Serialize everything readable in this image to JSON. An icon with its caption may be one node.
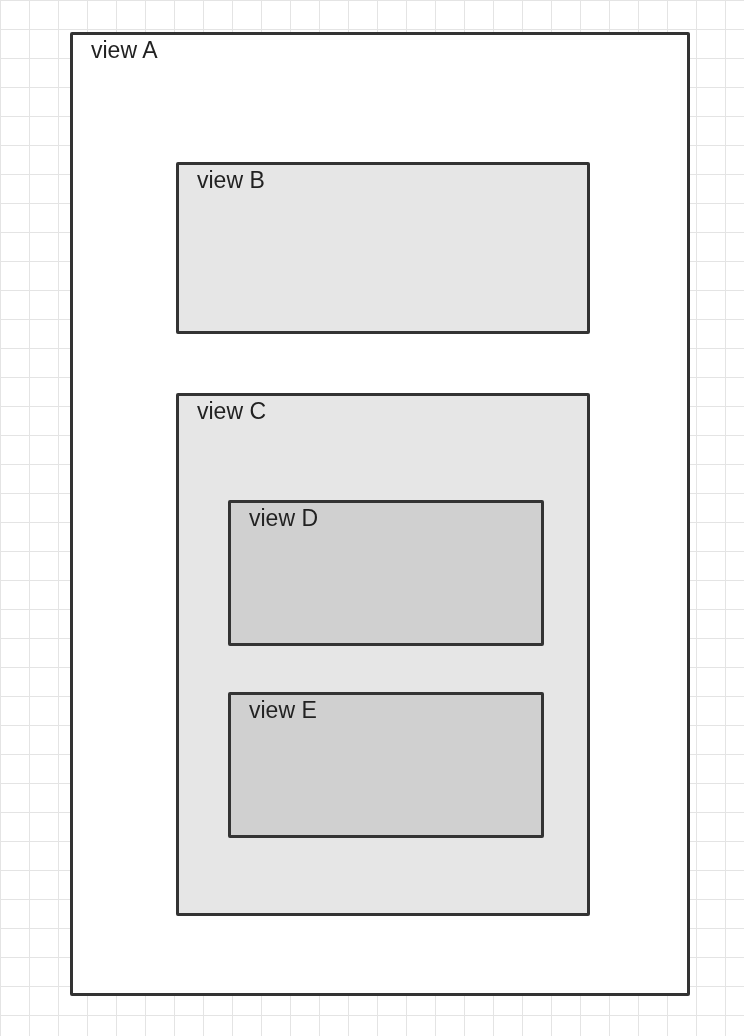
{
  "diagram": {
    "nodes": [
      {
        "text": [
          "view A"
        ]
      },
      {
        "text": [
          "view B"
        ],
        "in": 0
      },
      {
        "text": [
          "view C"
        ],
        "in": 0
      },
      {
        "text": [
          "view D"
        ],
        "in": 2
      },
      {
        "text": [
          "view E"
        ],
        "in": 2
      }
    ]
  }
}
